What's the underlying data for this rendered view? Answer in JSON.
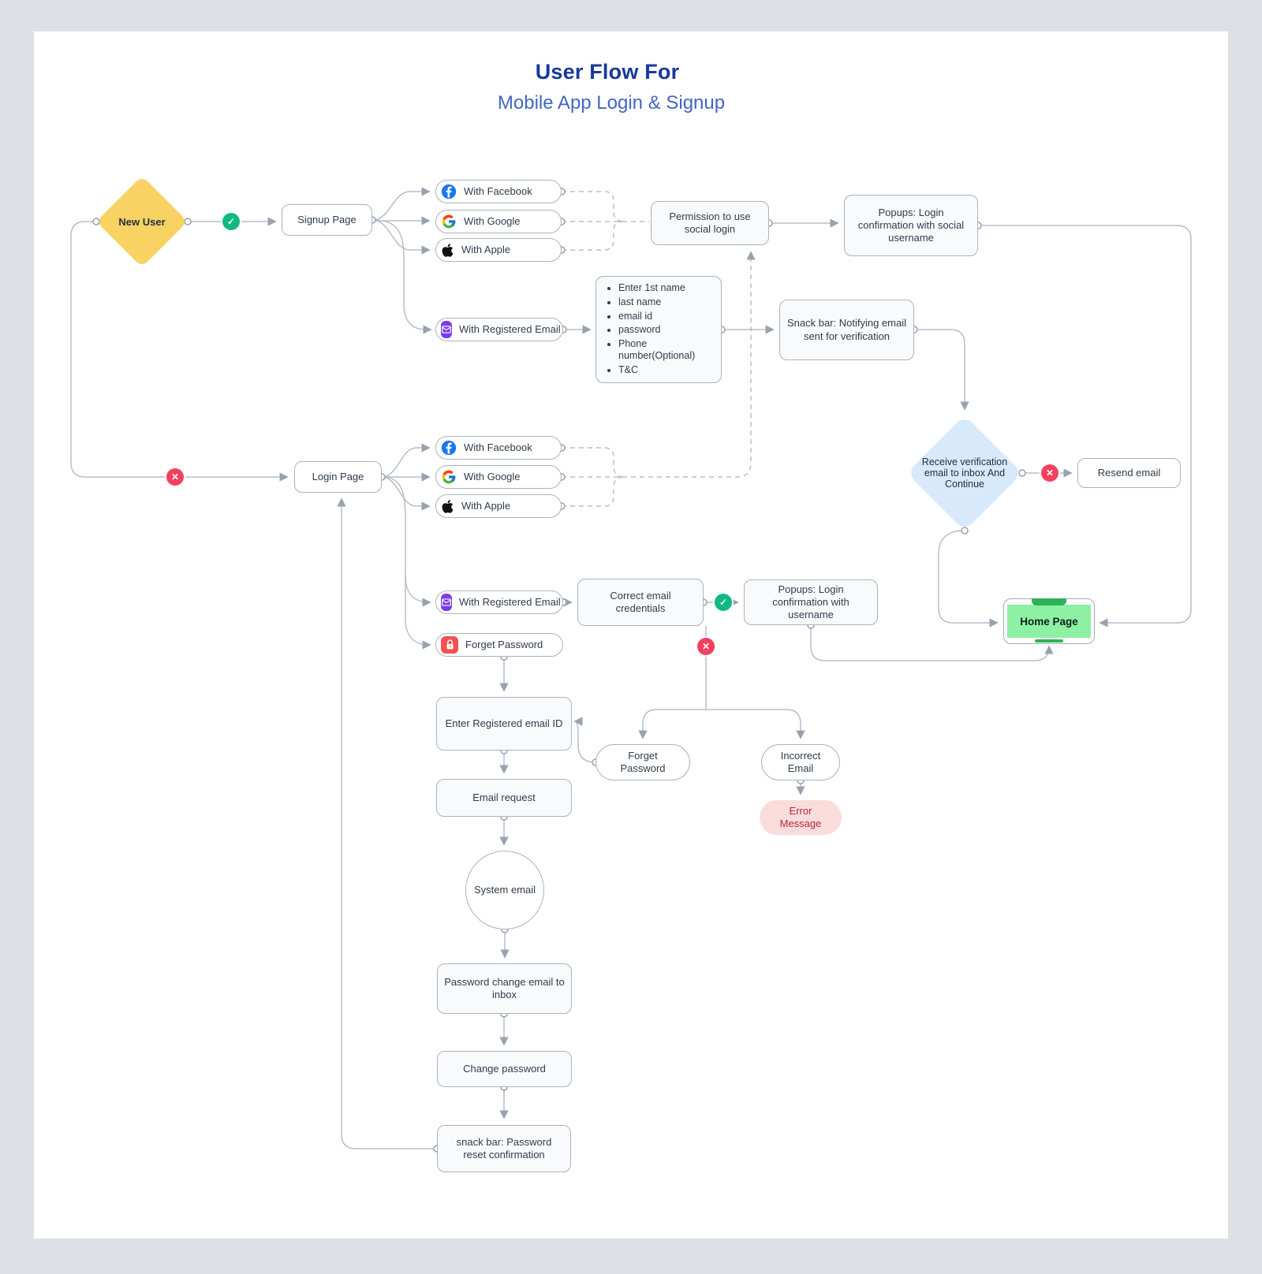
{
  "header": {
    "title": "User Flow For",
    "subtitle": "Mobile App Login & Signup"
  },
  "nodes": {
    "new_user": {
      "label": "New User"
    },
    "signup_page": {
      "label": "Signup Page"
    },
    "su_facebook": {
      "label": "With Facebook"
    },
    "su_google": {
      "label": "With Google"
    },
    "su_apple": {
      "label": "With Apple"
    },
    "su_email": {
      "label": "With Registered Email"
    },
    "signup_form": {
      "items": [
        "Enter 1st name",
        "last name",
        "email id",
        "password",
        "Phone number(Optional)",
        "T&C"
      ]
    },
    "permission": {
      "label": "Permission to use social login"
    },
    "popup_social": {
      "label": "Popups: Login confirmation with social username"
    },
    "snackbar_verify": {
      "label": "Snack bar: Notifying email sent for verification"
    },
    "receive_verify": {
      "label": "Receive verification email to inbox And Continue"
    },
    "resend_email": {
      "label": "Resend email"
    },
    "home_page": {
      "label": "Home Page"
    },
    "login_page": {
      "label": "Login Page"
    },
    "li_facebook": {
      "label": "With Facebook"
    },
    "li_google": {
      "label": "With Google"
    },
    "li_apple": {
      "label": "With Apple"
    },
    "li_email": {
      "label": "With Registered Email"
    },
    "forget_password_option": {
      "label": "Forget Password"
    },
    "correct_credentials": {
      "label": "Correct email credentials"
    },
    "popup_username": {
      "label": "Popups: Login confirmation with username"
    },
    "forget_password_branch": {
      "label": "Forget Password"
    },
    "incorrect_email": {
      "label": "Incorrect Email"
    },
    "error_message": {
      "label": "Error Message"
    },
    "enter_registered_email": {
      "label": "Enter Registered email ID"
    },
    "email_request": {
      "label": "Email request"
    },
    "system_email": {
      "label": "System email"
    },
    "password_change_email": {
      "label": "Password change email to inbox"
    },
    "change_password": {
      "label": "Change password"
    },
    "snackbar_reset": {
      "label": "snack bar: Password reset confirmation"
    }
  },
  "markers": {
    "yes": "✓",
    "no": "✕"
  },
  "colors": {
    "title_blue": "#16399b",
    "subtitle_blue": "#4266c4",
    "new_user_yellow": "#f8d262",
    "decision_blue": "#d7e9fa",
    "success_green": "#10b981",
    "fail_red": "#f43f5e",
    "home_green": "#8df0a3",
    "facebook_blue": "#1877f2",
    "email_purple": "#7c3aed",
    "lock_red": "#f05252",
    "error_pink": "#fadcdd"
  }
}
